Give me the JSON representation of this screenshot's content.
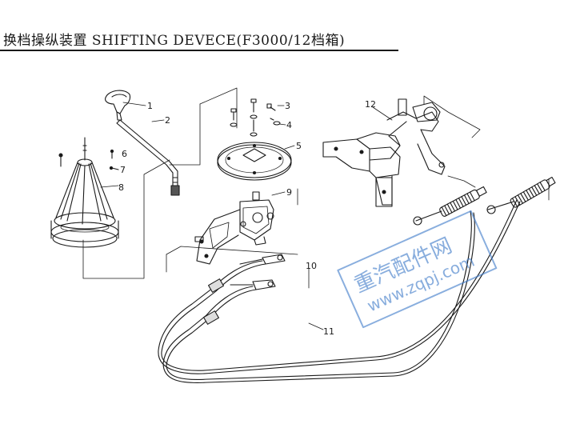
{
  "title": "换档操纵装置 SHIFTING DEVECE(F3000/12档箱)",
  "callouts": [
    "1",
    "2",
    "3",
    "4",
    "5",
    "6",
    "7",
    "8",
    "9",
    "10",
    "11",
    "12"
  ],
  "watermark": {
    "line1": "重汽配件网",
    "line2": "www.zqpj.com",
    "color": "#3a78c8"
  }
}
